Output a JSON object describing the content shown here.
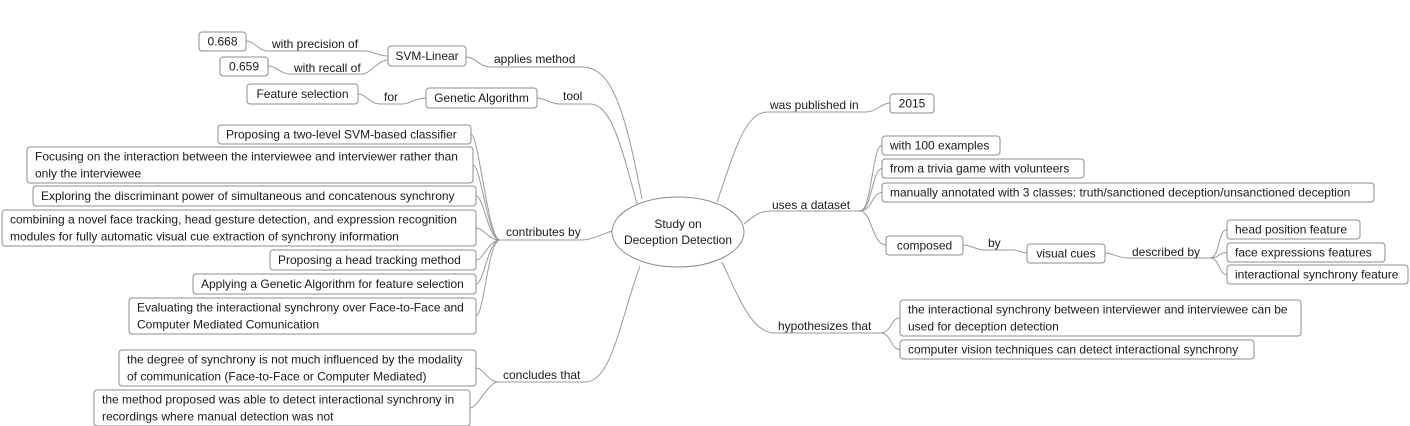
{
  "center": {
    "line1": "Study on",
    "line2": "Deception Detection"
  },
  "left": {
    "applies_method": {
      "label": "applies method",
      "node": "SVM-Linear",
      "precision_label": "with precision of",
      "precision_value": "0.668",
      "recall_label": "with recall of",
      "recall_value": "0.659"
    },
    "tool": {
      "label": "tool",
      "node": "Genetic Algorithm",
      "for_label": "for",
      "for_value": "Feature selection"
    },
    "contributes_by": {
      "label": "contributes by",
      "items": [
        [
          "Proposing a two-level SVM-based classifier"
        ],
        [
          "Focusing on the interaction between the interviewee and interviewer rather than",
          "only the interviewee"
        ],
        [
          "Exploring the discriminant power of simultaneous and concatenous synchrony"
        ],
        [
          "combining a novel face tracking, head gesture detection, and expression recognition",
          "modules for fully automatic visual cue extraction of synchrony information"
        ],
        [
          "Proposing a head tracking method"
        ],
        [
          "Applying a Genetic Algorithm for feature selection"
        ],
        [
          "Evaluating the interactional synchrony over Face-to-Face and",
          "Computer Mediated Comunication"
        ]
      ]
    },
    "concludes_that": {
      "label": "concludes that",
      "items": [
        [
          "the degree of synchrony is not much influenced by the modality",
          "of communication (Face-to-Face or Computer Mediated)"
        ],
        [
          "the method proposed was able to detect interactional synchrony in",
          "recordings where manual detection was not"
        ]
      ]
    }
  },
  "right": {
    "published": {
      "label": "was published in",
      "value": "2015"
    },
    "dataset": {
      "label": "uses a dataset",
      "items": [
        "with 100 examples",
        "from a trivia game with volunteers",
        "manually annotated with 3 classes: truth/sanctioned deception/unsanctioned deception"
      ],
      "composed": {
        "node": "composed",
        "by_label": "by",
        "cues_node": "visual cues",
        "described_label": "described by",
        "features": [
          "head position feature",
          "face expressions features",
          "interactional synchrony feature"
        ]
      }
    },
    "hypothesizes": {
      "label": "hypothesizes that",
      "items": [
        [
          "the interactional synchrony between interviewer and interviewee can be",
          "used for deception detection"
        ],
        [
          "computer vision techniques can detect interactional synchrony"
        ]
      ]
    }
  }
}
